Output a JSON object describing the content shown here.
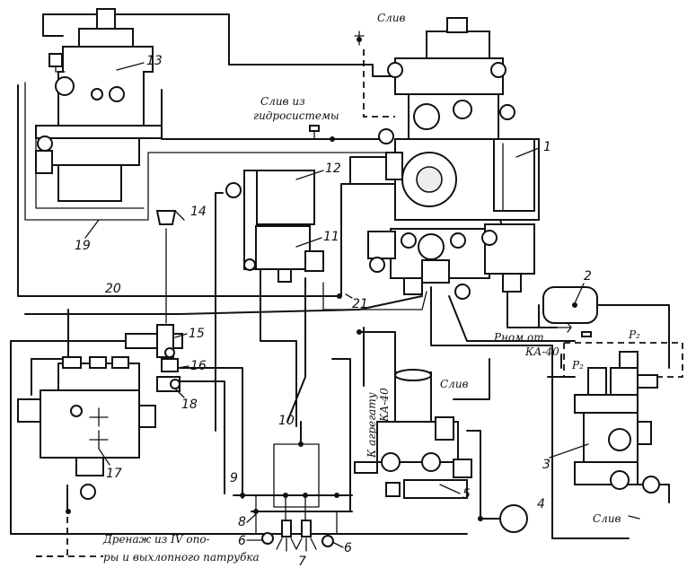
{
  "labels": {
    "drain_top": "Слив",
    "hydraulic_drain_1": "Слив из",
    "hydraulic_drain_2": "гидросистемы",
    "to_ka40_1": "К агрегату",
    "to_ka40_2": "КА-40",
    "drain_mid": "Слив",
    "p_nom_1": "Рном от",
    "p_nom_2": "КА-40",
    "p2_upper": "P₂",
    "p2_lower": "P₂",
    "drain_right": "Слив",
    "drain_bottom_1": "Дренаж из IV опо-",
    "drain_bottom_2": "ры и выхлопного патрубка"
  },
  "components": {
    "c1": "1",
    "c2": "2",
    "c3": "3",
    "c4": "4",
    "c5": "5",
    "c6a": "6",
    "c6b": "6",
    "c7": "7",
    "c8": "8",
    "c9": "9",
    "c10": "10",
    "c11": "11",
    "c12": "12",
    "c13": "13",
    "c14": "14",
    "c15": "15",
    "c16": "16",
    "c17": "17",
    "c18": "18",
    "c19": "19",
    "c20": "20",
    "c21": "21"
  }
}
